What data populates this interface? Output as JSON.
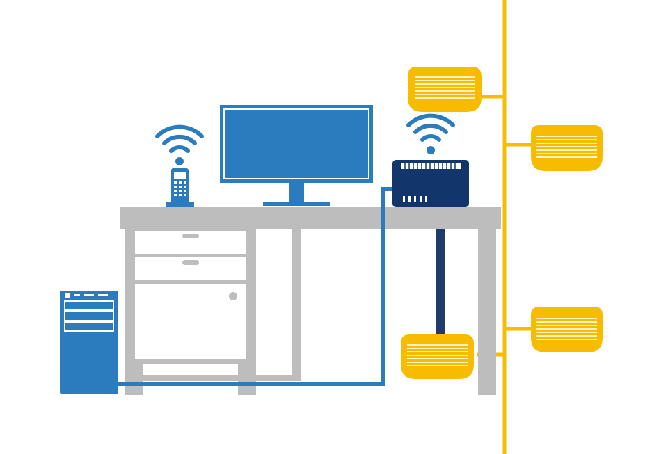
{
  "diagram": {
    "description_text": "",
    "colors": {
      "background": "#ffffff",
      "desk": "#bdbdbd",
      "device_blue": "#2b7bbf",
      "router_navy": "#12356b",
      "powerline_yellow": "#f7bc00",
      "adapter_lines": "#fff3c4",
      "wifi_blue": "#2b7bbf"
    },
    "elements": {
      "wall_wiring": {
        "icon": "powerline-wire"
      },
      "powerline_adapters": {
        "count": 4,
        "icon": "powerline-adapter-icon"
      },
      "router": {
        "icon": "router-icon",
        "wifi": true
      },
      "monitor": {
        "icon": "monitor-icon"
      },
      "phone": {
        "icon": "cordless-phone-icon",
        "wifi": true
      },
      "pc_tower": {
        "icon": "pc-tower-icon"
      },
      "desk": {
        "icon": "desk-with-drawers"
      }
    }
  }
}
